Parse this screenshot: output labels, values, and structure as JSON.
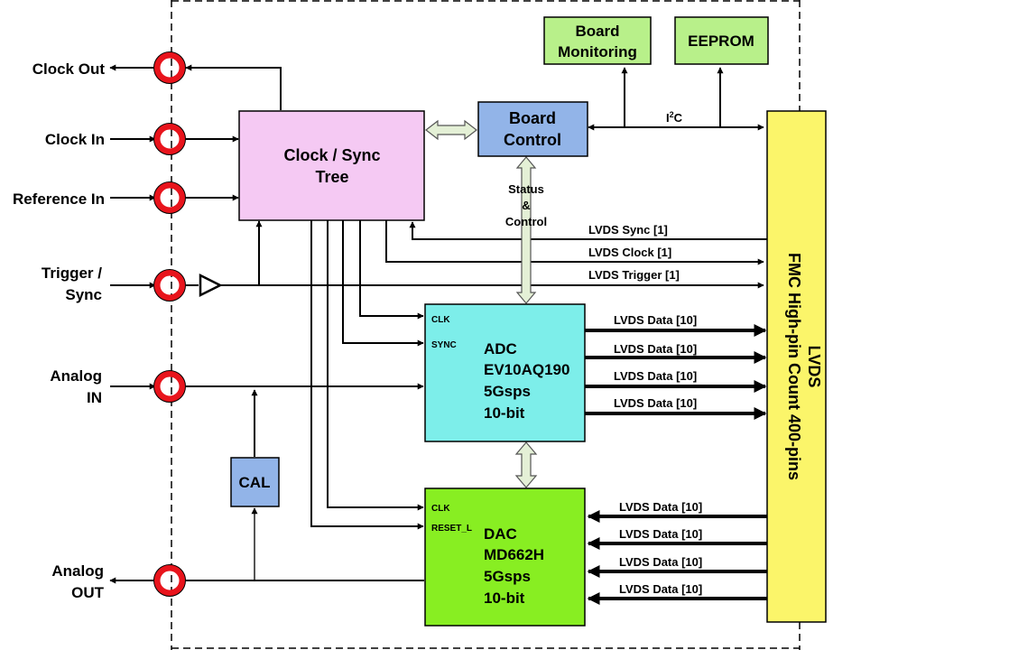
{
  "connectors": {
    "clock_out": {
      "label": "Clock Out"
    },
    "clock_in": {
      "label": "Clock In"
    },
    "reference_in": {
      "label": "Reference In"
    },
    "trigger_sync": {
      "line1": "Trigger /",
      "line2": "Sync"
    },
    "analog_in": {
      "line1": "Analog",
      "line2": "IN"
    },
    "analog_out": {
      "line1": "Analog",
      "line2": "OUT"
    }
  },
  "blocks": {
    "clock_sync_tree": {
      "line1": "Clock / Sync",
      "line2": "Tree",
      "color": "#f5c9f3"
    },
    "board_control": {
      "line1": "Board",
      "line2": "Control",
      "color": "#92b4e8"
    },
    "board_monitoring": {
      "line1": "Board",
      "line2": "Monitoring",
      "color": "#b8f08a"
    },
    "eeprom": {
      "label": "EEPROM",
      "color": "#b8f08a"
    },
    "adc": {
      "clk": "CLK",
      "sync": "SYNC",
      "line1": "ADC",
      "line2": "EV10AQ190",
      "line3": "5Gsps",
      "line4": "10-bit",
      "color": "#7deeea"
    },
    "dac": {
      "clk": "CLK",
      "reset": "RESET_L",
      "line1": "DAC",
      "line2": "MD662H",
      "line3": "5Gsps",
      "line4": "10-bit",
      "color": "#88ee22"
    },
    "cal": {
      "label": "CAL",
      "color": "#92b4e8"
    },
    "fmc": {
      "line1": "FMC High-pin Count 400-pins",
      "line2": "LVDS",
      "color": "#fbf56a"
    }
  },
  "signals": {
    "i2c": {
      "base": "I",
      "sup": "2",
      "tail": "C"
    },
    "status_control": {
      "line1": "Status",
      "line2": "&",
      "line3": "Control"
    },
    "lvds_sync": "LVDS Sync [1]",
    "lvds_clock": "LVDS Clock [1]",
    "lvds_trigger": "LVDS Trigger [1]",
    "adc_data": [
      "LVDS Data [10]",
      "LVDS Data [10]",
      "LVDS Data [10]",
      "LVDS Data [10]"
    ],
    "dac_data": [
      "LVDS Data [10]",
      "LVDS Data [10]",
      "LVDS Data [10]",
      "LVDS Data [10]"
    ]
  },
  "colors": {
    "connector_ring": "#e8141c",
    "arrow_fill_light": "#e4f0d6"
  }
}
